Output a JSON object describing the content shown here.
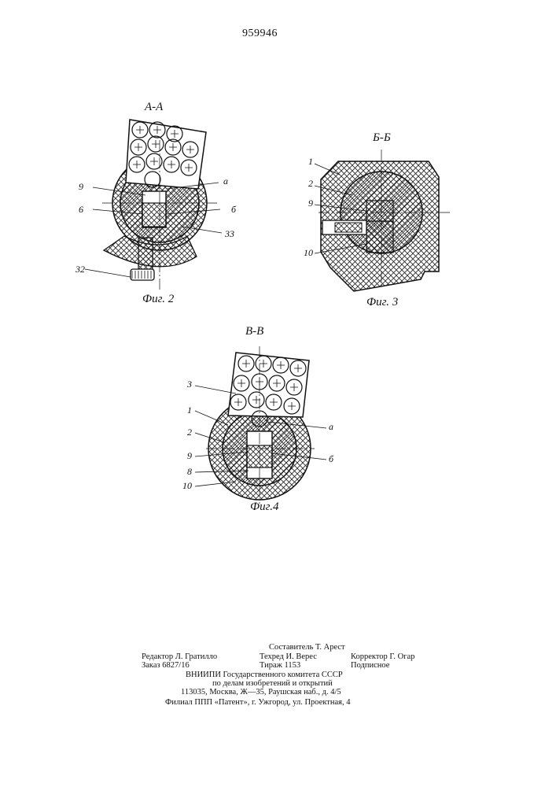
{
  "patent_number": "959946",
  "figures": {
    "fig2": {
      "section_title": "А-А",
      "caption": "Фиг. 2",
      "labels": [
        "9",
        "6",
        "а",
        "б",
        "33",
        "32"
      ]
    },
    "fig3": {
      "section_title": "Б-Б",
      "caption": "Фиг. 3",
      "labels": [
        "1",
        "2",
        "9",
        "10"
      ]
    },
    "fig4": {
      "section_title": "В-В",
      "caption": "Фиг.4",
      "labels": [
        "3",
        "1",
        "2",
        "9",
        "8",
        "10",
        "а",
        "б"
      ]
    }
  },
  "footer": {
    "compiler": "Составитель Т. Арест",
    "editor": "Редактор Л. Гратилло",
    "techred": "Техред И. Верес",
    "corrector": "Корректор Г. Огар",
    "order": "Заказ 6827/16",
    "circulation": "Тираж 1153",
    "subscription": "Подписное",
    "org_line1": "ВНИИПИ Государственного комитета СССР",
    "org_line2": "по делам изобретений и открытий",
    "org_line3": "113035, Москва, Ж—35, Раушская наб., д. 4/5",
    "branch": "Филиал ППП «Патент», г. Ужгород, ул. Проектная, 4"
  }
}
